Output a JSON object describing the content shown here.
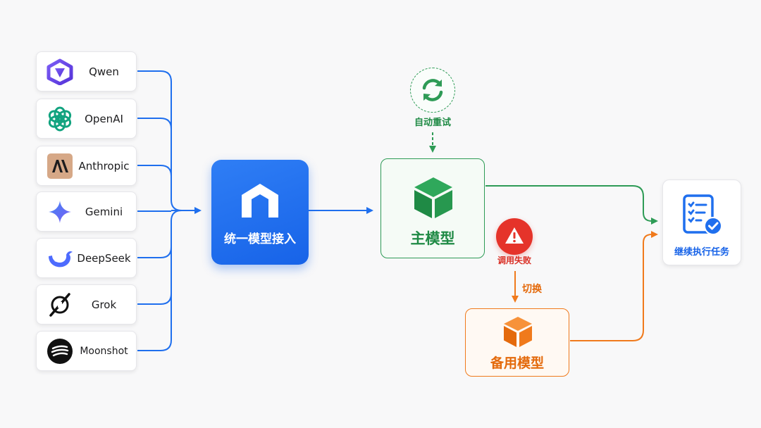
{
  "providers": [
    {
      "name": "Qwen",
      "icon": "qwen-logo-icon"
    },
    {
      "name": "OpenAI",
      "icon": "openai-logo-icon"
    },
    {
      "name": "Anthropic",
      "icon": "anthropic-logo-icon"
    },
    {
      "name": "Gemini",
      "icon": "gemini-logo-icon"
    },
    {
      "name": "DeepSeek",
      "icon": "deepseek-logo-icon"
    },
    {
      "name": "Grok",
      "icon": "grok-logo-icon"
    },
    {
      "name": "Moonshot",
      "icon": "moonshot-logo-icon"
    }
  ],
  "hub": {
    "label": "统一模型接入",
    "icon": "gateway-arch-icon"
  },
  "retry": {
    "label": "自动重试",
    "icon": "refresh-icon"
  },
  "primary_model": {
    "label": "主模型",
    "icon": "cube-icon"
  },
  "failure": {
    "label": "调用失败",
    "icon": "warning-icon"
  },
  "switch": {
    "label": "切换"
  },
  "backup_model": {
    "label": "备用模型",
    "icon": "cube-icon"
  },
  "result": {
    "label": "继续执行任务",
    "icon": "checklist-icon"
  },
  "colors": {
    "blue": "#1763e8",
    "green": "#2e9b56",
    "orange": "#f07a1c",
    "red": "#e5332a"
  }
}
